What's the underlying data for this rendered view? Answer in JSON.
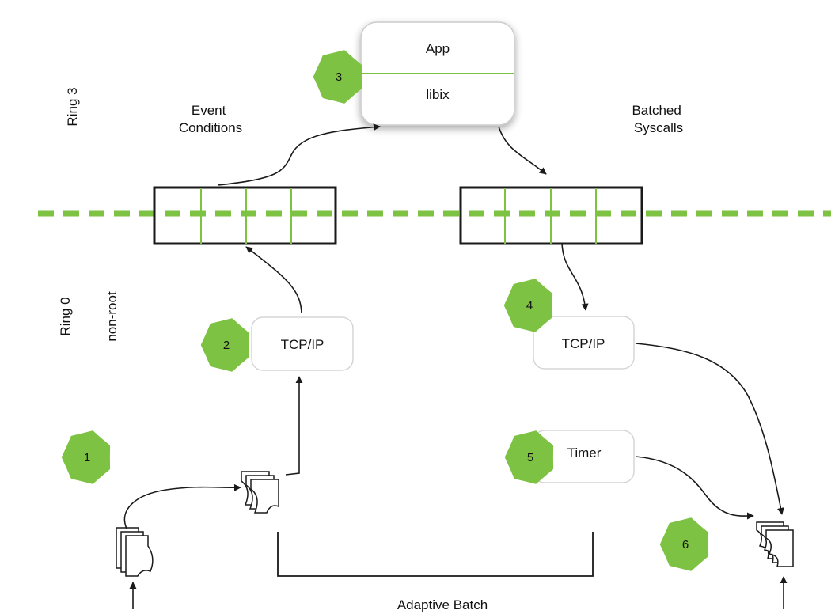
{
  "rings": {
    "ring3": "Ring 3",
    "ring0": "Ring 0",
    "nonroot": "non-root"
  },
  "app_box": {
    "top": "App",
    "bottom": "libix"
  },
  "labels": {
    "event_conditions": [
      "Event",
      "Conditions"
    ],
    "batched_syscalls": [
      "Batched",
      "Syscalls"
    ],
    "adaptive_batch": "Adaptive Batch"
  },
  "boxes": {
    "tcpip_left": "TCP/IP",
    "tcpip_right": "TCP/IP",
    "timer": "Timer"
  },
  "steps": [
    "1",
    "2",
    "3",
    "4",
    "5",
    "6"
  ],
  "colors": {
    "accent_green": "#7dc242",
    "line": "#1a1a1a",
    "box_border": "#d5d5d5"
  }
}
